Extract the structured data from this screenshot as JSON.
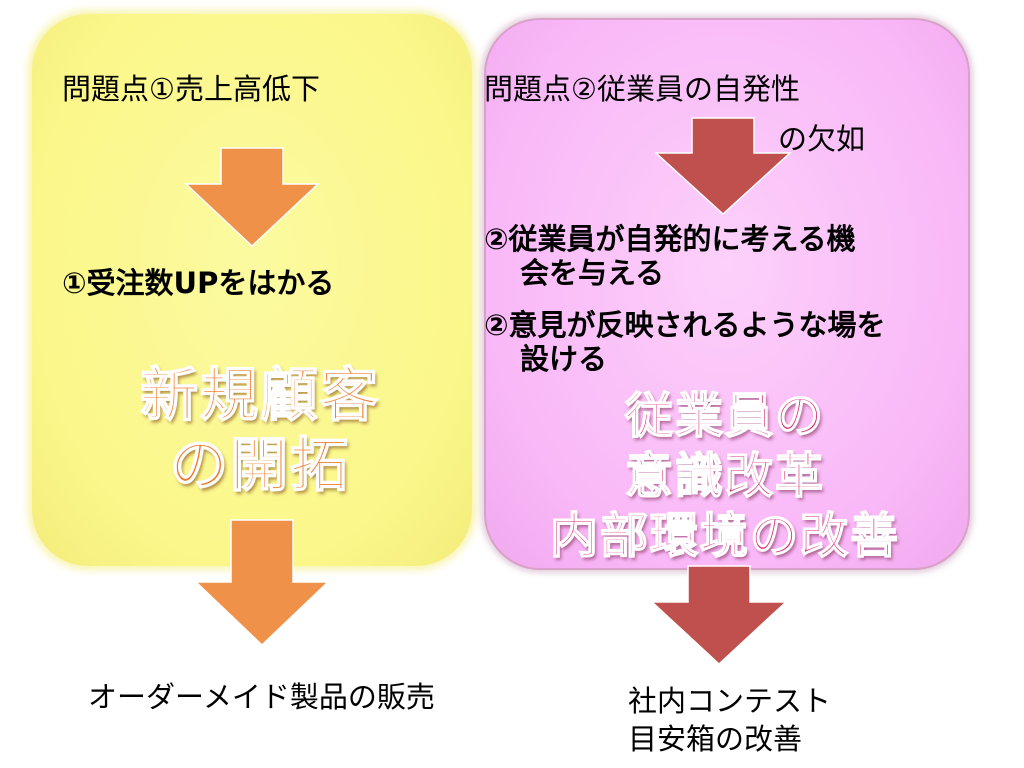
{
  "left": {
    "problem": "問題点①売上高低下",
    "measure": "①受注数UPをはかる",
    "theme_line1": "新規顧客",
    "theme_line2": "の開拓",
    "result": "オーダーメイド製品の販売"
  },
  "right": {
    "problem_line1": "問題点②従業員の自発性",
    "problem_line2": "の欠如",
    "measure1_line1": "②従業員が自発的に考える機",
    "measure1_line2": "会を与える",
    "measure2_line1": "②意見が反映されるような場を",
    "measure2_line2": "設ける",
    "theme_line1": "従業員の",
    "theme_line2": "意識改革",
    "theme_line3": "内部環境の改善",
    "result_line1": "社内コンテスト",
    "result_line2": "目安箱の改善"
  },
  "colors": {
    "left_panel": "#fbf78a",
    "right_panel": "#f9b8f7",
    "orange_arrow": "#f0914a",
    "red_arrow": "#c0504d",
    "left_theme_text": "#f07828",
    "right_theme_text": "#d8307a"
  },
  "icons": [
    "down-arrow-icon"
  ]
}
